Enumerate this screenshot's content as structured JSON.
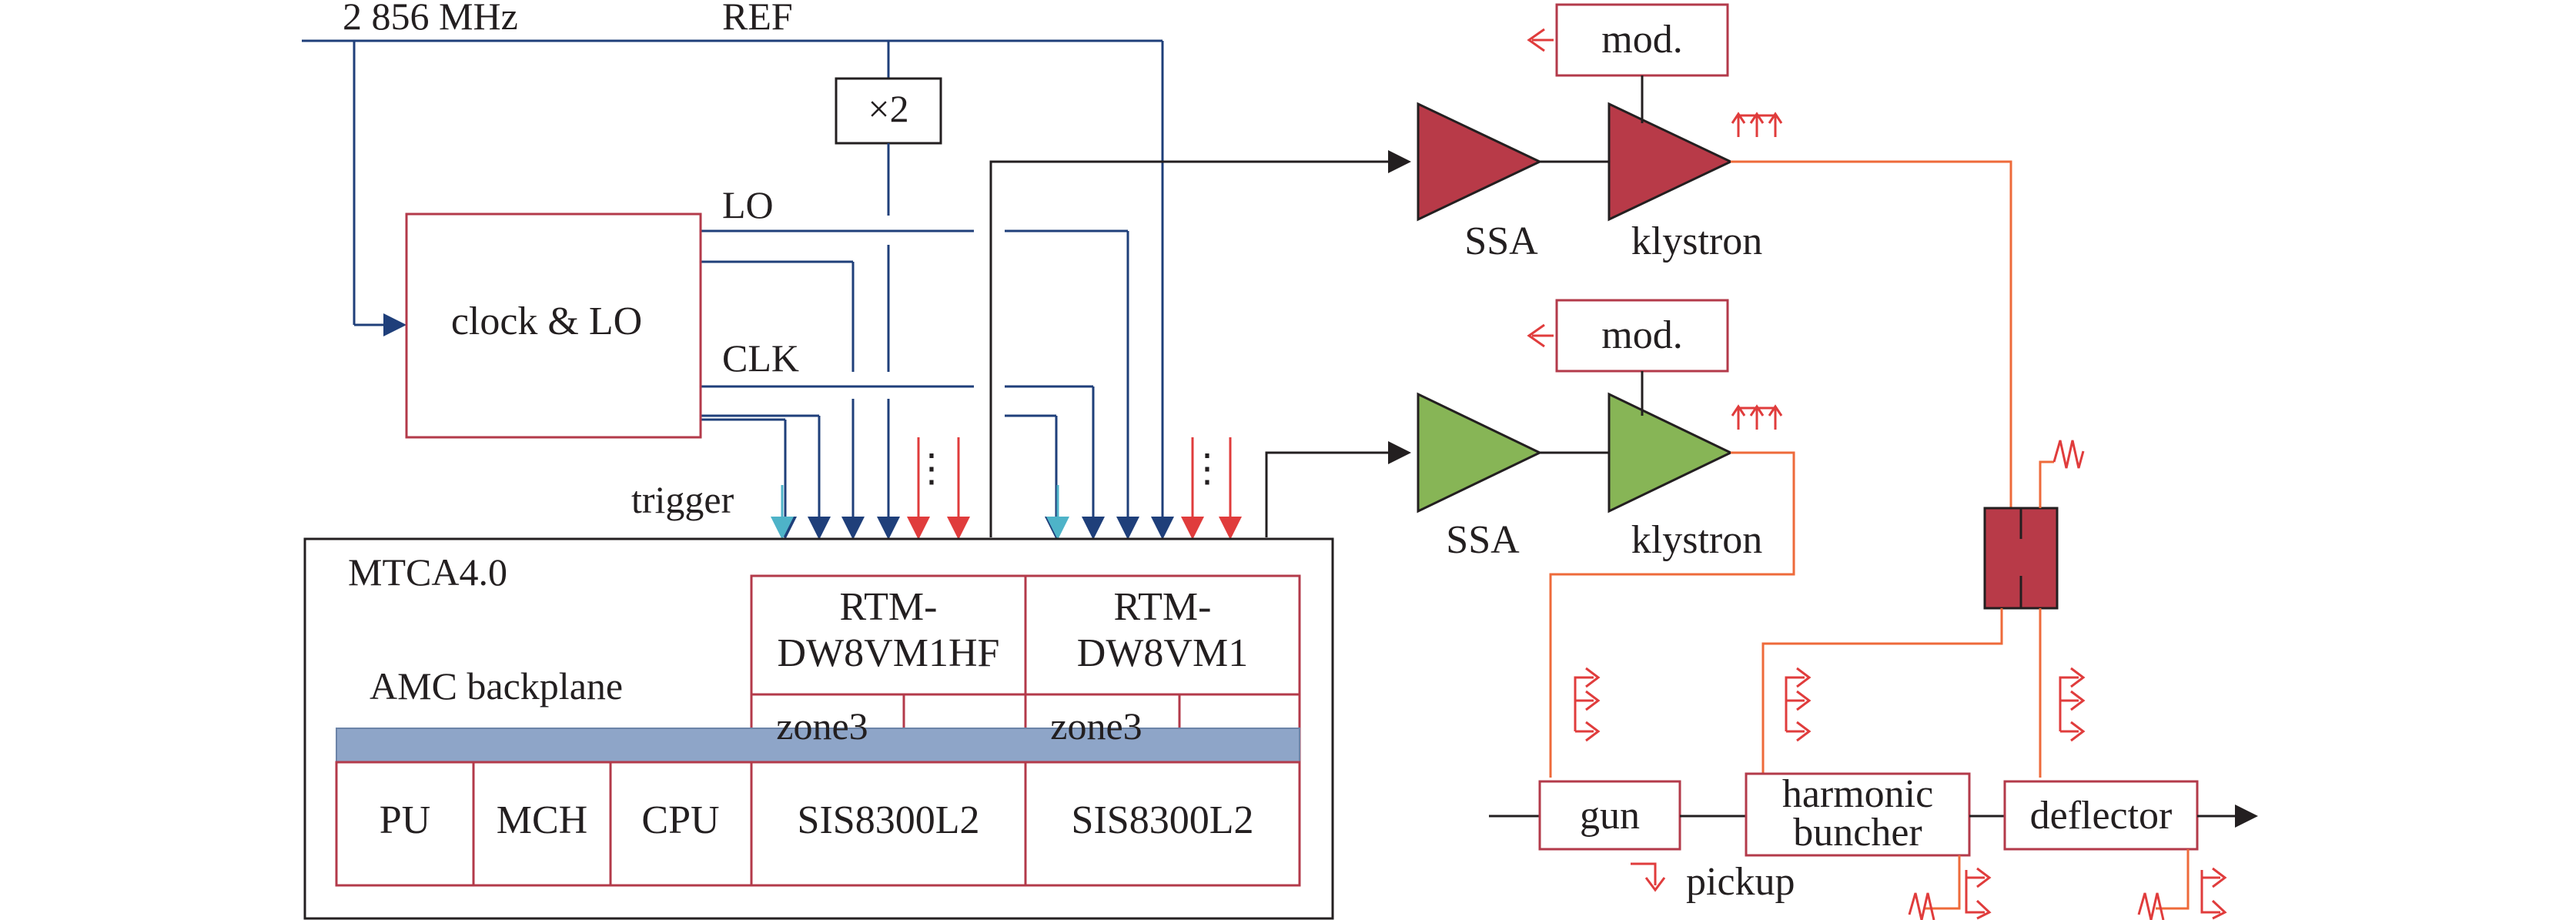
{
  "labels": {
    "freq": "2 856 MHz",
    "ref": "REF",
    "doubler": "×2",
    "lo": "LO",
    "clk": "CLK",
    "clock_lo": "clock & LO",
    "trigger": "trigger",
    "dots": "⋮",
    "mtca": "MTCA4.0",
    "amc_backplane": "AMC backplane",
    "rtm1_line1": "RTM-",
    "rtm1_line2": "DW8VM1HF",
    "rtm2_line1": "RTM-",
    "rtm2_line2": "DW8VM1",
    "zone3_a": "zone3",
    "zone3_b": "zone3",
    "pu": "PU",
    "mch": "MCH",
    "cpu": "CPU",
    "sis_a": "SIS8300L2",
    "sis_b": "SIS8300L2",
    "mod_top": "mod.",
    "mod_bottom": "mod.",
    "ssa_top": "SSA",
    "ssa_bottom": "SSA",
    "klystron_top": "klystron",
    "klystron_bottom": "klystron",
    "gun": "gun",
    "hb_line1": "harmonic",
    "hb_line2": "buncher",
    "deflector": "deflector",
    "pickup": "pickup"
  },
  "colors": {
    "signal_line": "#1f3f7a",
    "rf_line": "#ee6a3a",
    "feedback_arrow": "#e03c3c",
    "box_outline": "#b33a4a",
    "backplane_bar": "#8ea5c8",
    "trigger_arrow": "#4eb3c8",
    "amp_red": "#b83a48",
    "amp_green": "#87b556",
    "circulator": "#b83a48"
  },
  "icons": [
    "amplifier-triangle-icon",
    "circulator-icon",
    "rf-waveform-icon",
    "arrow-head-icon"
  ]
}
